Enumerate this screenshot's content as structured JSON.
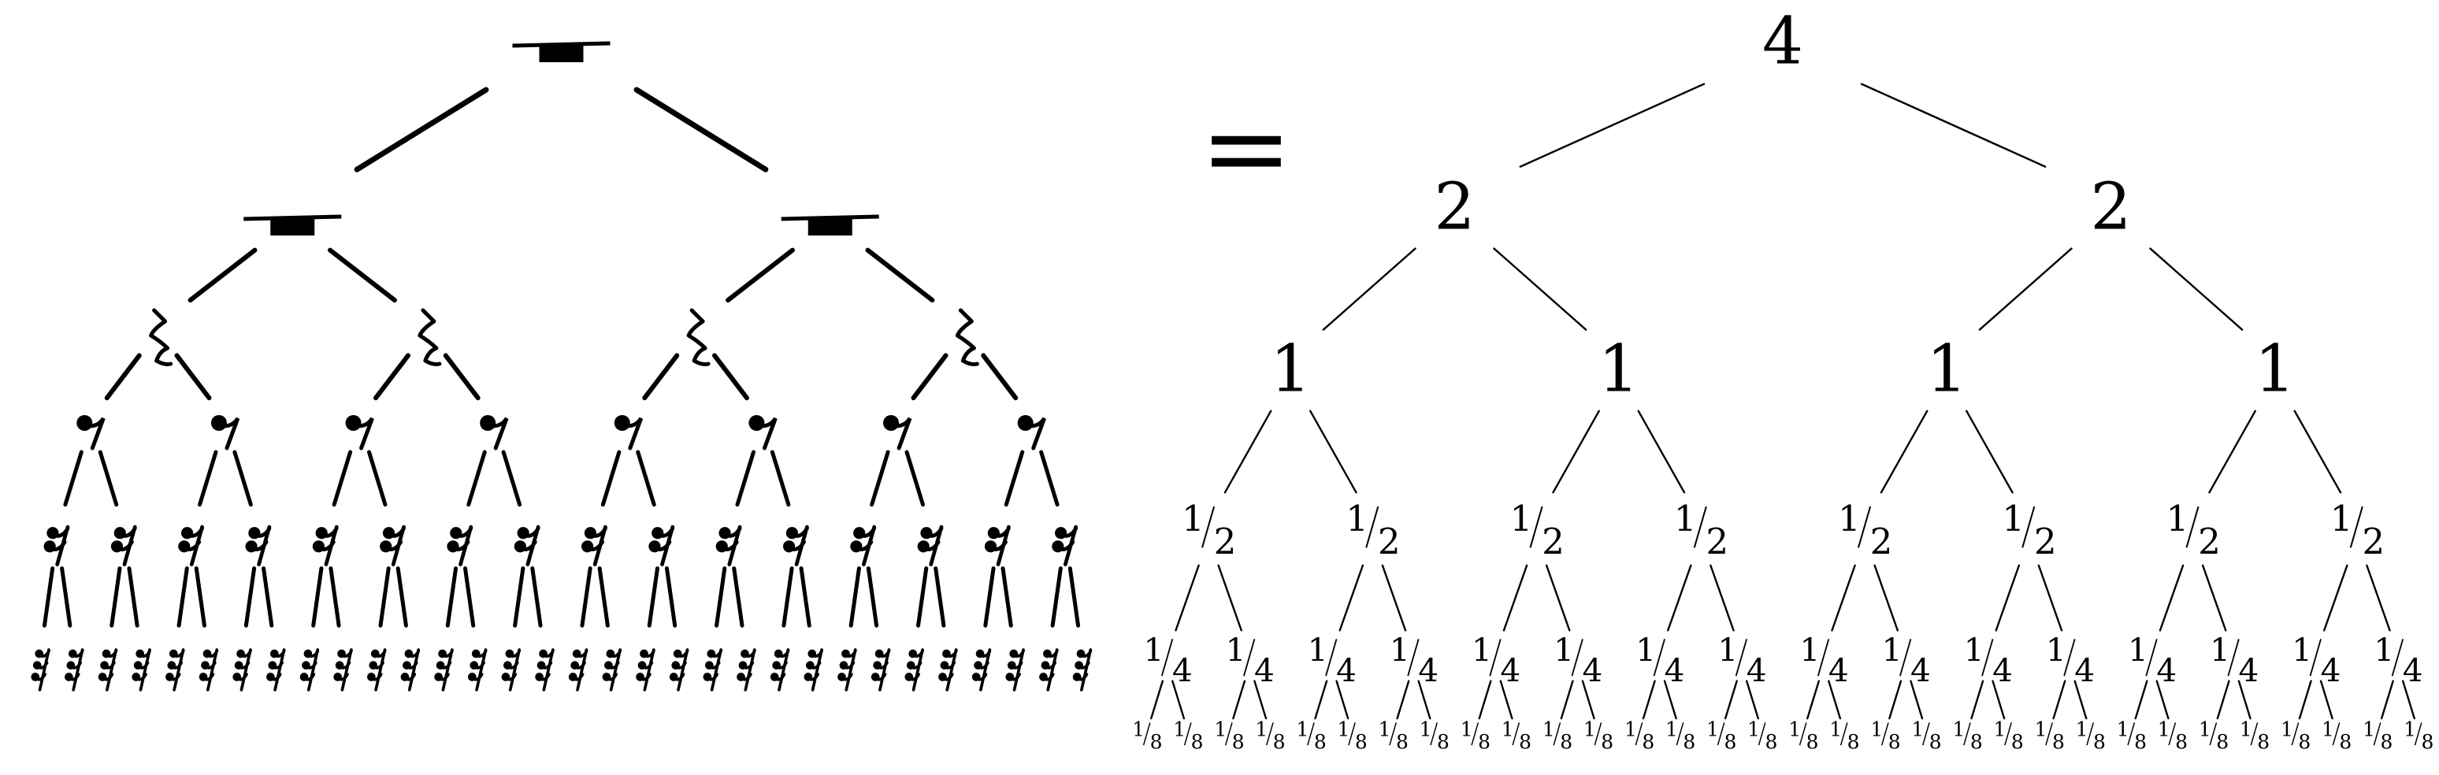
{
  "equals_sign": "=",
  "rest_symbols": {
    "level0": "breve-rest-icon",
    "level1": "whole-rest-icon",
    "level2": "quarter-rest-icon",
    "level3": "eighth-rest-icon",
    "level4": "sixteenth-rest-icon",
    "level5": "thirty-second-rest-icon"
  },
  "value_tree": {
    "levels": [
      {
        "numerator": "4",
        "denominator": ""
      },
      {
        "numerator": "2",
        "denominator": ""
      },
      {
        "numerator": "1",
        "denominator": ""
      },
      {
        "numerator": "1",
        "denominator": "2"
      },
      {
        "numerator": "1",
        "denominator": "4"
      },
      {
        "numerator": "1",
        "denominator": "8"
      }
    ]
  }
}
